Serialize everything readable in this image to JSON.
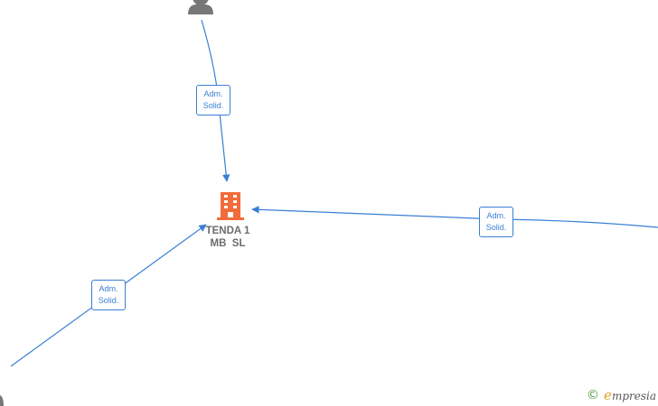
{
  "colors": {
    "edge": "#3a7fd5",
    "company": "#f26b3a",
    "person": "#777777",
    "label_text": "#6b6b6b"
  },
  "company": {
    "name_line1": "TENDA 1",
    "name_line2": "MB  SL",
    "icon": "building-icon"
  },
  "edges": [
    {
      "id": "top",
      "role_line1": "Adm.",
      "role_line2": "Solid."
    },
    {
      "id": "left",
      "role_line1": "Adm.",
      "role_line2": "Solid."
    },
    {
      "id": "right",
      "role_line1": "Adm.",
      "role_line2": "Solid."
    }
  ],
  "persons": [
    {
      "id": "top",
      "icon": "person-icon"
    },
    {
      "id": "bottom-left",
      "icon": "person-icon"
    }
  ],
  "watermark": {
    "symbol": "©",
    "brand_initial": "e",
    "brand_rest": "mpresia"
  }
}
